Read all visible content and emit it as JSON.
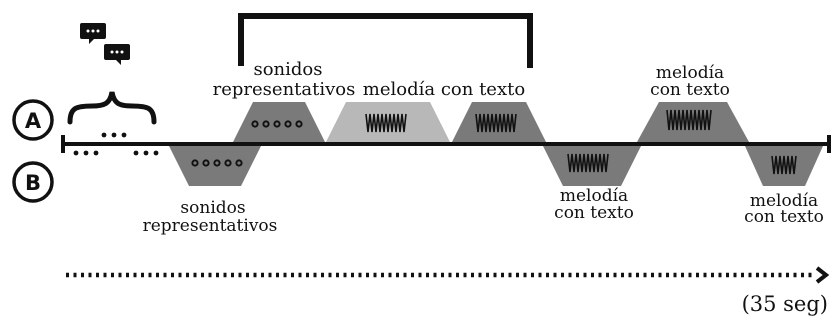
{
  "colors": {
    "line": "#111111",
    "segment_dark": "#7a7a7a",
    "segment_light": "#b8b8b8",
    "background": "#ffffff"
  },
  "rows": [
    {
      "label": "A"
    },
    {
      "label": "B"
    }
  ],
  "labels": {
    "sonidos_top_line1": "sonidos",
    "sonidos_top_line2": "representativos",
    "melodia_top": "melodía con texto",
    "melodia_a3_line1": "melodía",
    "melodia_a3_line2": "con texto",
    "sonidos_b1_line1": "sonidos",
    "sonidos_b1_line2": "representativos",
    "melodia_b2_line1": "melodía",
    "melodia_b2_line2": "con texto",
    "melodia_b3_line1": "melodía",
    "melodia_b3_line2": "con texto"
  },
  "timeline": {
    "duration_label": "(35 seg)"
  },
  "icons": [
    "chat-bubble-icon",
    "chat-bubble-icon",
    "curly-brace-icon",
    "ellipsis-dots-icon"
  ]
}
